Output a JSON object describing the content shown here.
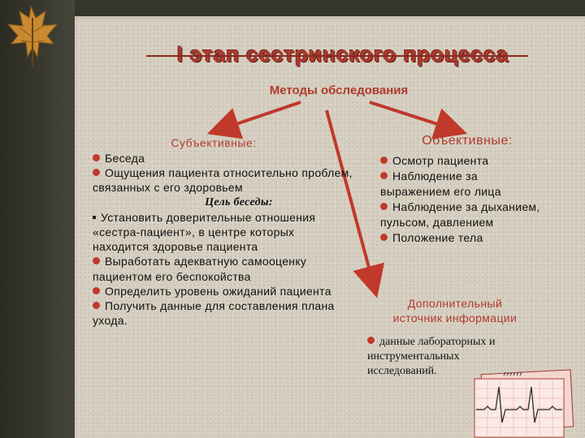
{
  "title": "I этап сестринского процесса",
  "methods_label": "Методы обследования",
  "subjective": {
    "heading": "Субъективные:",
    "items": [
      "Беседа",
      "Ощущения пациента относительно проблем, связанных с его здоровьем"
    ],
    "goal_label": "Цель беседы:",
    "goal_first": "Установить доверительные отношения «сестра-пациент», в центре которых находится здоровье пациента",
    "goal_items": [
      "Выработать адекватную самооценку пациентом его беспокойства",
      "Определить уровень ожиданий пациента",
      "Получить данные для составления плана ухода."
    ]
  },
  "objective": {
    "heading": "Объективные:",
    "items": [
      "Осмотр пациента",
      "Наблюдение за выражением его лица",
      "Наблюдение за дыханием, пульсом, давлением",
      "Положение тела"
    ]
  },
  "additional": {
    "heading": "Дополнительный источник информации",
    "text": "данные лабораторных и инструментальных исследований."
  },
  "colors": {
    "accent": "#b03a2e",
    "bullet": "#c0392b",
    "background": "#d6cfc1",
    "sidebar": "#3a3a30"
  },
  "icons": [
    "maple-leaf-icon",
    "ecg-strip-icon"
  ]
}
